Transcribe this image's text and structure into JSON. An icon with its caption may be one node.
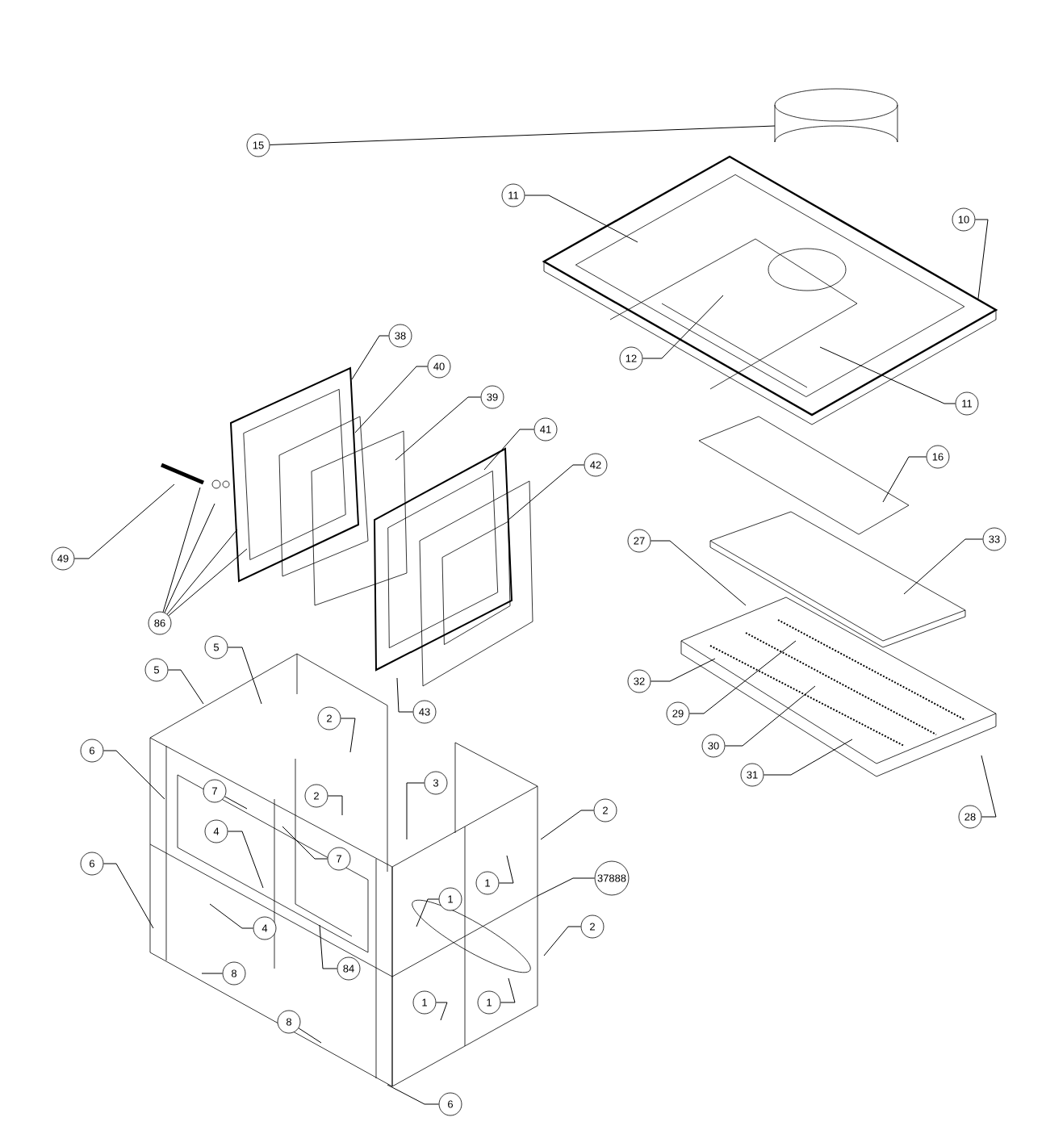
{
  "diagram": {
    "nodes": [
      {
        "text": [
          "15"
        ]
      },
      {
        "text": [
          "11"
        ]
      },
      {
        "text": [
          "10"
        ]
      },
      {
        "text": [
          "38"
        ]
      },
      {
        "text": [
          "12"
        ]
      },
      {
        "text": [
          "40"
        ]
      },
      {
        "text": [
          "39"
        ]
      },
      {
        "text": [
          "11"
        ]
      },
      {
        "text": [
          "41"
        ]
      },
      {
        "text": [
          "16"
        ]
      },
      {
        "text": [
          "42"
        ]
      },
      {
        "text": [
          "33"
        ]
      },
      {
        "text": [
          "27"
        ]
      },
      {
        "text": [
          "49"
        ]
      },
      {
        "text": [
          "86"
        ]
      },
      {
        "text": [
          "5"
        ]
      },
      {
        "text": [
          "5"
        ]
      },
      {
        "text": [
          "32"
        ]
      },
      {
        "text": [
          "43"
        ]
      },
      {
        "text": [
          "29"
        ]
      },
      {
        "text": [
          "2"
        ]
      },
      {
        "text": [
          "30"
        ]
      },
      {
        "text": [
          "6"
        ]
      },
      {
        "text": [
          "31"
        ]
      },
      {
        "text": [
          "3"
        ]
      },
      {
        "text": [
          "7"
        ]
      },
      {
        "text": [
          "2"
        ]
      },
      {
        "text": [
          "2"
        ]
      },
      {
        "text": [
          "28"
        ]
      },
      {
        "text": [
          "4"
        ]
      },
      {
        "text": [
          "7"
        ]
      },
      {
        "text": [
          "6"
        ]
      },
      {
        "text": [
          "37888"
        ]
      },
      {
        "text": [
          "1"
        ]
      },
      {
        "text": [
          "1"
        ]
      },
      {
        "text": [
          "2"
        ]
      },
      {
        "text": [
          "4"
        ]
      },
      {
        "text": [
          "84"
        ]
      },
      {
        "text": [
          "8"
        ]
      },
      {
        "text": [
          "1"
        ]
      },
      {
        "text": [
          "1"
        ]
      },
      {
        "text": [
          "8"
        ]
      },
      {
        "text": [
          "6"
        ]
      }
    ],
    "edges": [
      {
        "from": 0,
        "to": null,
        "arrow": "none"
      },
      {
        "from": 1,
        "to": null,
        "arrow": "none"
      },
      {
        "from": 2,
        "to": null,
        "arrow": "none"
      },
      {
        "from": 3,
        "to": null,
        "arrow": "none"
      },
      {
        "from": 4,
        "to": null,
        "arrow": "none"
      },
      {
        "from": 5,
        "to": null,
        "arrow": "none"
      },
      {
        "from": 6,
        "to": null,
        "arrow": "none"
      },
      {
        "from": 7,
        "to": null,
        "arrow": "none"
      },
      {
        "from": 8,
        "to": null,
        "arrow": "none"
      },
      {
        "from": 9,
        "to": null,
        "arrow": "none"
      },
      {
        "from": 10,
        "to": null,
        "arrow": "none"
      },
      {
        "from": 11,
        "to": null,
        "arrow": "none"
      },
      {
        "from": 12,
        "to": null,
        "arrow": "none"
      },
      {
        "from": 13,
        "to": null,
        "arrow": "none"
      },
      {
        "from": 14,
        "to": null,
        "arrow": "none"
      },
      {
        "from": 14,
        "to": null,
        "arrow": "none"
      },
      {
        "from": 14,
        "to": null,
        "arrow": "none"
      },
      {
        "from": 14,
        "to": null,
        "arrow": "none"
      },
      {
        "from": 15,
        "to": null,
        "arrow": "none"
      },
      {
        "from": 16,
        "to": null,
        "arrow": "none"
      },
      {
        "from": 17,
        "to": null,
        "arrow": "none"
      },
      {
        "from": 18,
        "to": null,
        "arrow": "none"
      },
      {
        "from": 19,
        "to": null,
        "arrow": "none"
      },
      {
        "from": 20,
        "to": null,
        "arrow": "none"
      },
      {
        "from": 21,
        "to": null,
        "arrow": "none"
      },
      {
        "from": 22,
        "to": null,
        "arrow": "none"
      },
      {
        "from": 23,
        "to": null,
        "arrow": "none"
      },
      {
        "from": 24,
        "to": null,
        "arrow": "none"
      },
      {
        "from": 25,
        "to": null,
        "arrow": "none"
      },
      {
        "from": 26,
        "to": null,
        "arrow": "none"
      },
      {
        "from": 27,
        "to": null,
        "arrow": "none"
      },
      {
        "from": 28,
        "to": null,
        "arrow": "none"
      },
      {
        "from": 29,
        "to": null,
        "arrow": "none"
      },
      {
        "from": 30,
        "to": null,
        "arrow": "none"
      },
      {
        "from": 31,
        "to": null,
        "arrow": "none"
      },
      {
        "from": 32,
        "to": null,
        "arrow": "none"
      },
      {
        "from": 33,
        "to": null,
        "arrow": "none"
      },
      {
        "from": 34,
        "to": null,
        "arrow": "none"
      },
      {
        "from": 35,
        "to": null,
        "arrow": "none"
      },
      {
        "from": 36,
        "to": null,
        "arrow": "none"
      },
      {
        "from": 37,
        "to": null,
        "arrow": "none"
      },
      {
        "from": 38,
        "to": null,
        "arrow": "none"
      },
      {
        "from": 39,
        "to": null,
        "arrow": "none"
      },
      {
        "from": 40,
        "to": null,
        "arrow": "none"
      },
      {
        "from": 41,
        "to": null,
        "arrow": "none"
      },
      {
        "from": 42,
        "to": null,
        "arrow": "none"
      }
    ]
  }
}
